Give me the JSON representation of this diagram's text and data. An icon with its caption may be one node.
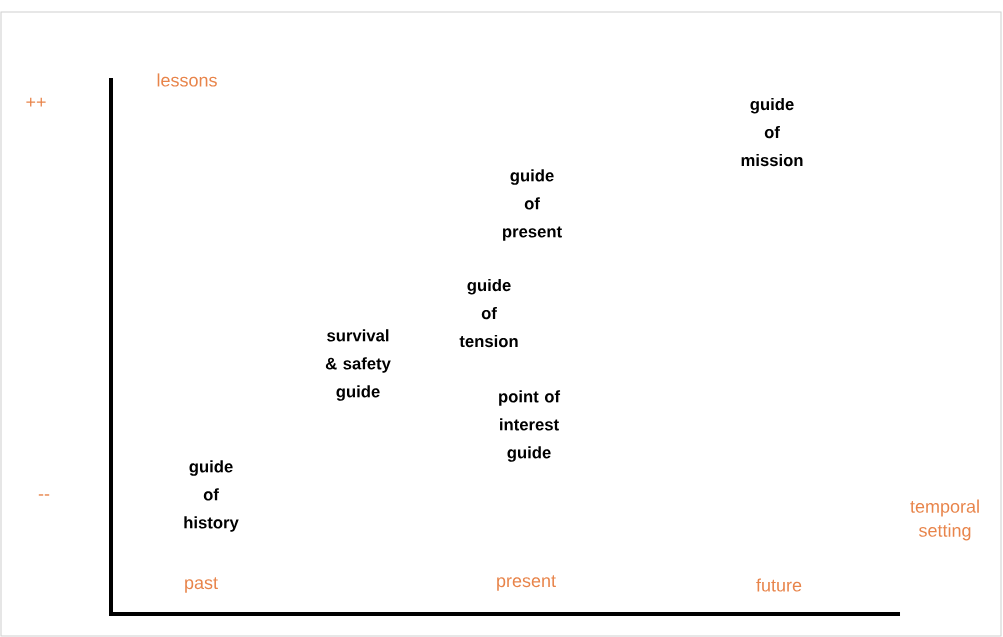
{
  "diagram": {
    "labels": [
      "lessons",
      "++",
      "guide of mission",
      "guide of present",
      "guide of tension",
      "survival & safety guide",
      "point of interest guide",
      "guide of history",
      "--",
      "temporal setting",
      "past",
      "present",
      "future"
    ]
  }
}
